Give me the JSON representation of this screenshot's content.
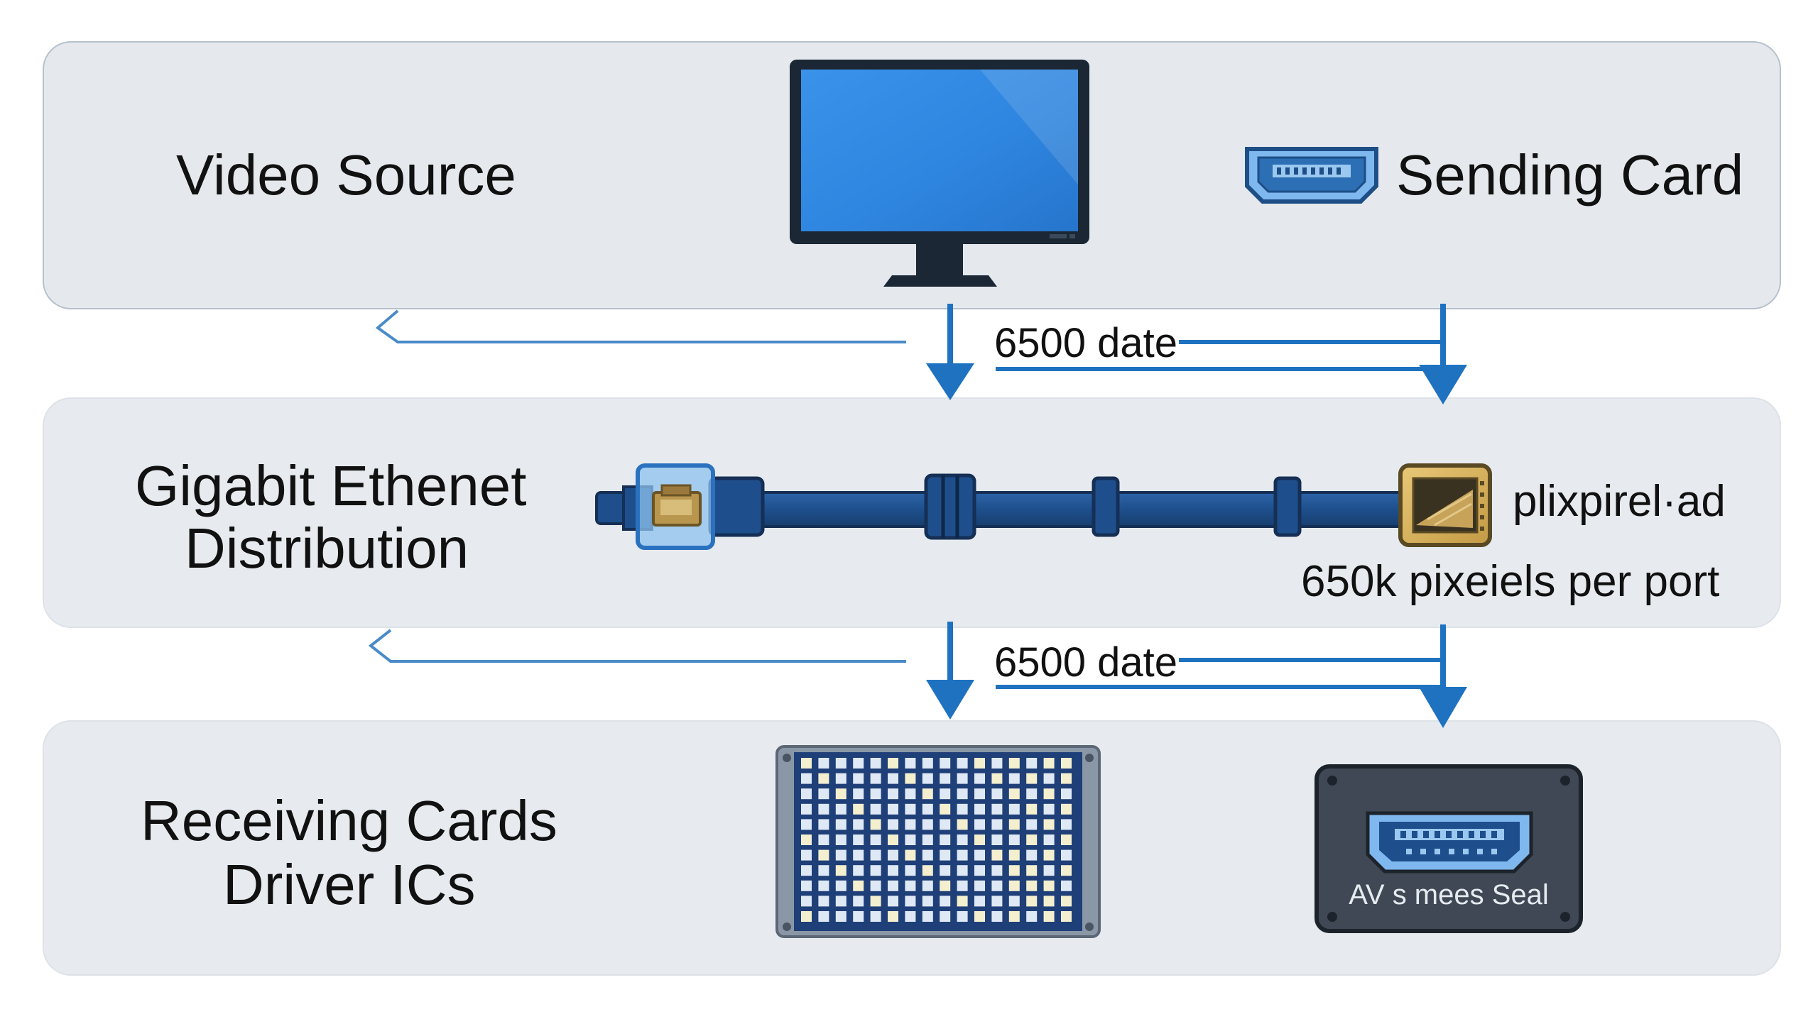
{
  "panels": {
    "source": {
      "left_label": "Video Source",
      "right_label": "Sending Card"
    },
    "distribution": {
      "left_label_line1": "Gigabit Ethenet",
      "left_label_line2": "Distribution",
      "port_label": "plixpirel·ad",
      "capacity_label": "650k pixeiels  per port"
    },
    "receiving": {
      "left_label_line1": "Receiving Cards",
      "left_label_line2": "Driver ICs",
      "module_label": "AV s mees Seal"
    }
  },
  "flows": {
    "upper_label": "6500 date",
    "lower_label": "6500 date"
  },
  "colors": {
    "accent_blue": "#1f72c0",
    "monitor_screen": "#2f86e0",
    "cable_blue": "#1e4f8c",
    "panel_bg": "#e7ebef",
    "connector_gold": "#d8b25c",
    "dark_module": "#3f4854"
  },
  "icons": [
    "monitor-icon",
    "hdmi-port-icon",
    "ethernet-cable-icon",
    "rj45-port-icon",
    "led-matrix-icon",
    "hdmi-module-icon"
  ]
}
